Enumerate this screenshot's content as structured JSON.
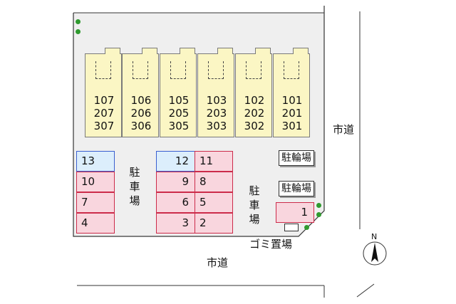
{
  "units": [
    {
      "numbers": [
        "107",
        "207",
        "307"
      ]
    },
    {
      "numbers": [
        "106",
        "206",
        "306"
      ]
    },
    {
      "numbers": [
        "105",
        "205",
        "305"
      ]
    },
    {
      "numbers": [
        "103",
        "203",
        "303"
      ]
    },
    {
      "numbers": [
        "102",
        "202",
        "302"
      ]
    },
    {
      "numbers": [
        "101",
        "201",
        "301"
      ]
    }
  ],
  "parking_left": [
    "13",
    "10",
    "7",
    "4"
  ],
  "parking_mid_left": [
    "12",
    "9",
    "6",
    "3"
  ],
  "parking_mid_right": [
    "11",
    "8",
    "5",
    "2"
  ],
  "parking_single": "1",
  "labels": {
    "parking_left": "駐車場",
    "parking_right": "駐車場",
    "bicycle_1": "駐輪場",
    "bicycle_2": "駐輪場",
    "garbage": "ゴミ置場",
    "road_east": "市道",
    "road_south": "市道",
    "north": "N"
  },
  "colors": {
    "building": "#fbf6c4",
    "parking_pink": "#f9d6de",
    "parking_blue": "#dceefc",
    "lot": "#efefef",
    "greenery": "#2f9a2f"
  }
}
